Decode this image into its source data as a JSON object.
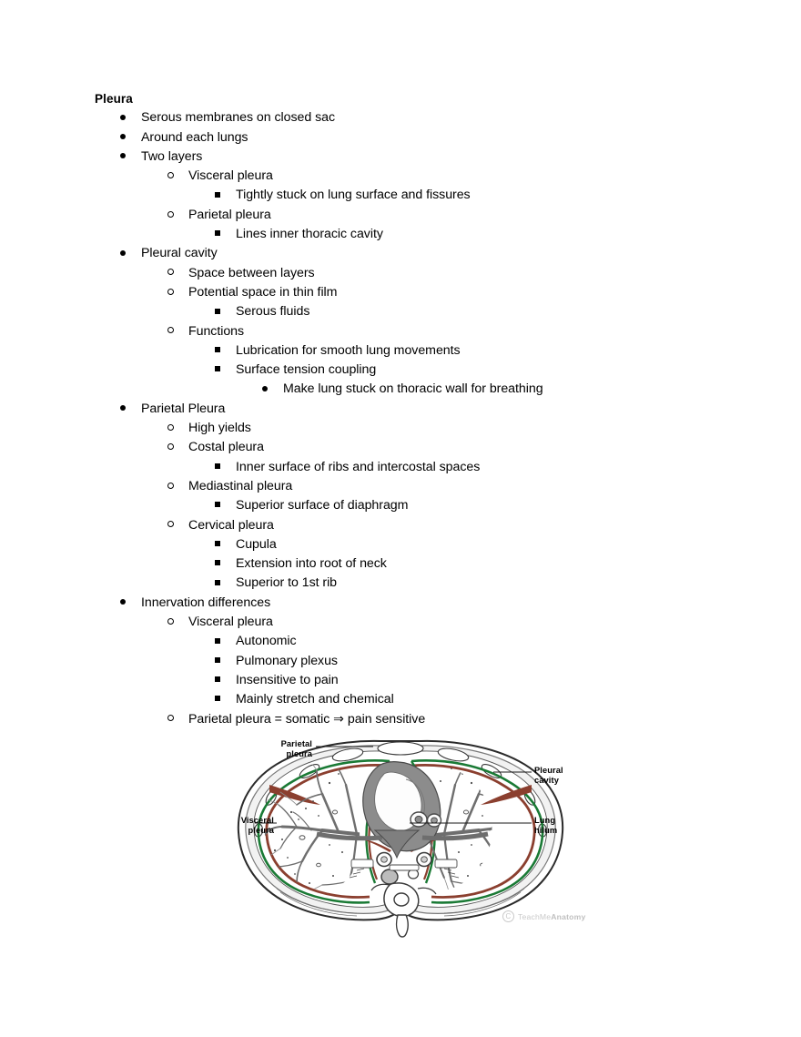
{
  "document": {
    "title": "Pleura"
  },
  "outline": [
    {
      "level": 1,
      "marker": "disc",
      "text": "Serous membranes on closed sac"
    },
    {
      "level": 1,
      "marker": "disc",
      "text": "Around each lungs"
    },
    {
      "level": 1,
      "marker": "disc",
      "text": "Two layers"
    },
    {
      "level": 2,
      "marker": "circle",
      "text": "Visceral pleura"
    },
    {
      "level": 3,
      "marker": "square",
      "text": "Tightly stuck on lung surface and fissures"
    },
    {
      "level": 2,
      "marker": "circle",
      "text": "Parietal pleura"
    },
    {
      "level": 3,
      "marker": "square",
      "text": "Lines inner thoracic cavity"
    },
    {
      "level": 1,
      "marker": "disc",
      "text": "Pleural cavity"
    },
    {
      "level": 2,
      "marker": "circle",
      "text": "Space between layers"
    },
    {
      "level": 2,
      "marker": "circle",
      "text": "Potential space in thin film"
    },
    {
      "level": 3,
      "marker": "square",
      "text": "Serous fluids"
    },
    {
      "level": 2,
      "marker": "circle",
      "text": "Functions"
    },
    {
      "level": 3,
      "marker": "square",
      "text": "Lubrication for smooth lung movements"
    },
    {
      "level": 3,
      "marker": "square",
      "text": "Surface tension coupling"
    },
    {
      "level": 4,
      "marker": "disc",
      "text": "Make lung stuck on thoracic wall for breathing"
    },
    {
      "level": 1,
      "marker": "disc",
      "text": "Parietal Pleura"
    },
    {
      "level": 2,
      "marker": "circle",
      "text": "High yields"
    },
    {
      "level": 2,
      "marker": "circle",
      "text": "Costal pleura"
    },
    {
      "level": 3,
      "marker": "square",
      "text": "Inner surface of ribs and intercostal spaces"
    },
    {
      "level": 2,
      "marker": "circle",
      "text": "Mediastinal pleura"
    },
    {
      "level": 3,
      "marker": "square",
      "text": "Superior surface of diaphragm"
    },
    {
      "level": 2,
      "marker": "circle",
      "text": "Cervical pleura"
    },
    {
      "level": 3,
      "marker": "square",
      "text": "Cupula"
    },
    {
      "level": 3,
      "marker": "square",
      "text": "Extension into root of neck"
    },
    {
      "level": 3,
      "marker": "square",
      "text": "Superior to 1st rib"
    },
    {
      "level": 1,
      "marker": "disc",
      "text": "Innervation differences"
    },
    {
      "level": 2,
      "marker": "circle",
      "text": "Visceral pleura"
    },
    {
      "level": 3,
      "marker": "square",
      "text": "Autonomic"
    },
    {
      "level": 3,
      "marker": "square",
      "text": "Pulmonary plexus"
    },
    {
      "level": 3,
      "marker": "square",
      "text": "Insensitive to pain"
    },
    {
      "level": 3,
      "marker": "square",
      "text": "Mainly stretch and chemical"
    },
    {
      "level": 2,
      "marker": "circle",
      "text": "Parietal pleura = somatic ⇒ pain sensitive"
    }
  ],
  "figure": {
    "caption_labels": {
      "parietal_line1": "Parietal",
      "parietal_line2": "pleura",
      "visceral_line1": "Visceral",
      "visceral_line2": "pleura",
      "pleural_cavity_line1": "Pleural",
      "pleural_cavity_line2": "cavity",
      "lung_hilum_line1": "Lung",
      "lung_hilum_line2": "hilum"
    },
    "watermark": {
      "symbol": "C",
      "text_part1": "TeachMe",
      "text_part2": "Anatomy"
    },
    "colors": {
      "visceral_pleura_green": "#1a7a35",
      "parietal_pleura_maroon": "#8b3f2f",
      "tissue_gray": "#6e6e6e",
      "outline_black": "#1a1a1a"
    }
  }
}
